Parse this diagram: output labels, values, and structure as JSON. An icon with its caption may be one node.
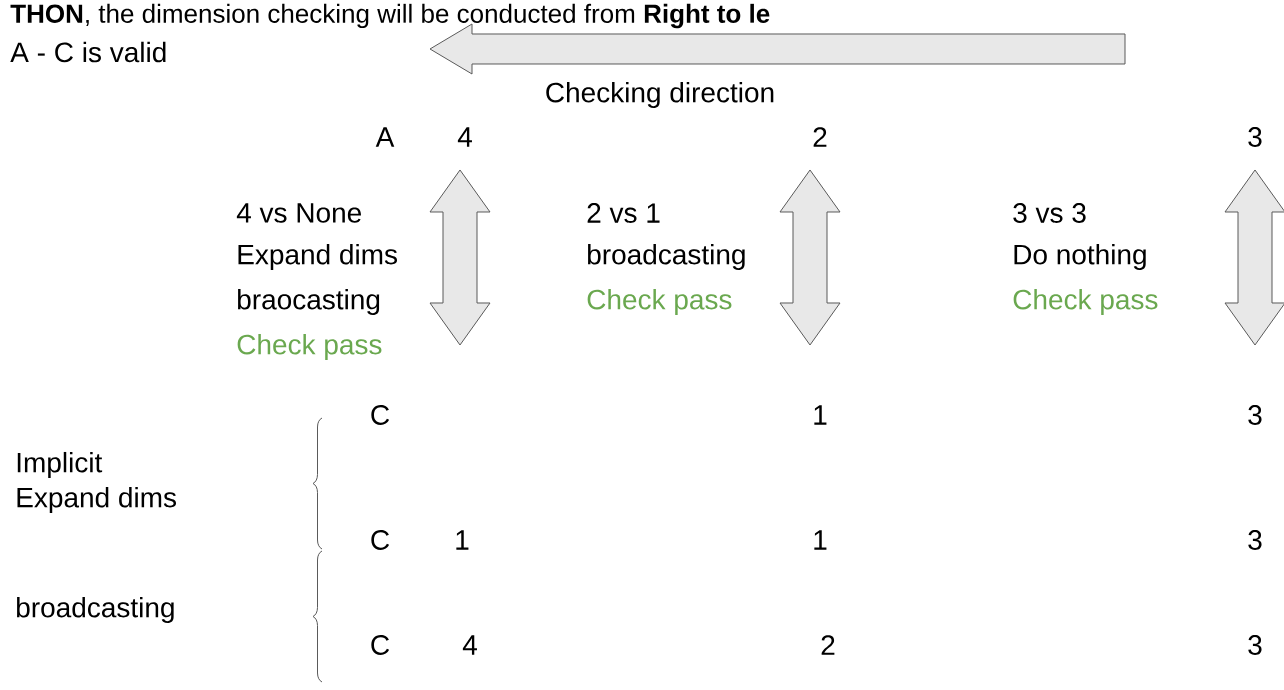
{
  "diagram": {
    "labels": [
      "**THON**, the dimension checking will be conducted from **Right to le**",
      "A - C is valid",
      "Checking direction",
      "A",
      "4",
      "2",
      "3",
      "4 vs None",
      "Expand dims",
      "braocasting",
      "Check pass",
      "2 vs 1",
      "broadcasting",
      "Check pass",
      "3 vs 3",
      "Do nothing",
      "Check pass",
      "C",
      "1",
      "3",
      "Implicit",
      "Expand dims",
      "C",
      "1",
      "1",
      "3",
      "broadcasting",
      "C",
      "4",
      "2",
      "3"
    ]
  }
}
